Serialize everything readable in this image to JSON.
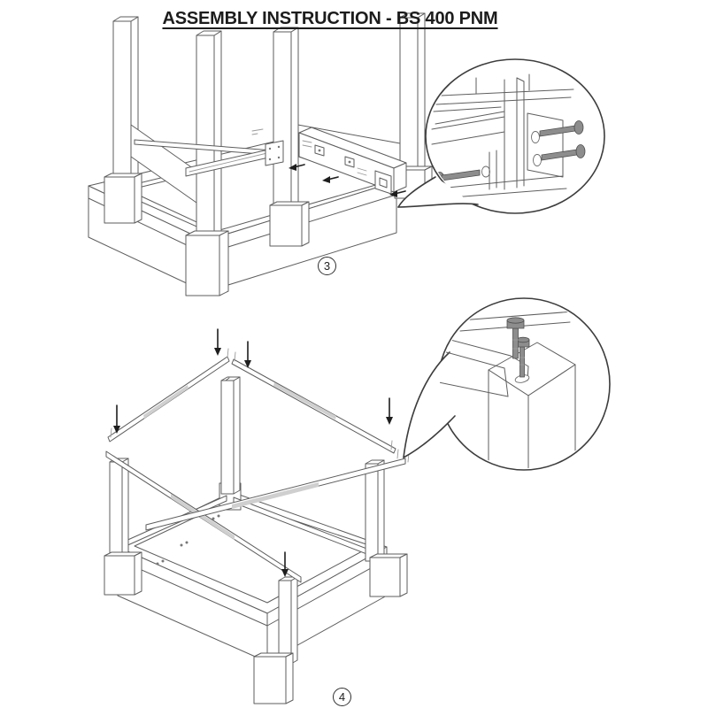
{
  "title": "ASSEMBLY INSTRUCTION - BS 400 PNM",
  "steps": [
    {
      "label": "3"
    },
    {
      "label": "4"
    }
  ],
  "colors": {
    "background": "#ffffff",
    "line": "#5e5e5e",
    "line_dark": "#3d3d3d",
    "arrow": "#1e1e1e",
    "bolt_fill": "#8d8d8d",
    "bolt_stroke": "#4f4f4f",
    "rail_shade": "#cfcfcf",
    "title_text": "#1c1c1c"
  }
}
